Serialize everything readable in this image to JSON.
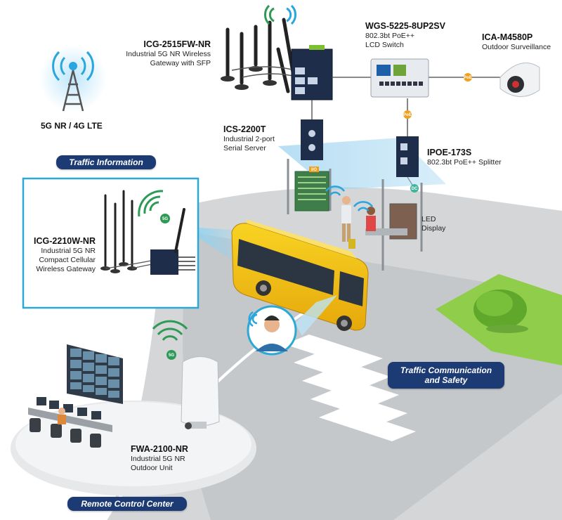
{
  "tower": {
    "label": "5G NR / 4G LTE"
  },
  "devices": {
    "icg2515": {
      "model": "ICG-2515FW-NR",
      "line1": "Industrial 5G NR Wireless",
      "line2": "Gateway with SFP"
    },
    "wgs": {
      "model": "WGS-5225-8UP2SV",
      "line1": "802.3bt PoE++",
      "line2": "LCD Switch"
    },
    "ica": {
      "model": "ICA-M4580P",
      "line1": "Outdoor Surveillance"
    },
    "ics": {
      "model": "ICS-2200T",
      "line1": "Industrial 2-port",
      "line2": "Serial Server"
    },
    "ipoe": {
      "model": "IPOE-173S",
      "line1": "802.3bt PoE++ Splitter"
    },
    "icg2210": {
      "model": "ICG-2210W-NR",
      "line1": "Industrial 5G NR",
      "line2": "Compact Cellular",
      "line3": "Wireless Gateway"
    },
    "led": {
      "line1": "LED",
      "line2": "Display"
    },
    "fwa": {
      "model": "FWA-2100-NR",
      "line1": "Industrial 5G NR",
      "line2": "Outdoor Unit"
    }
  },
  "sections": {
    "traffic_info": "Traffic Information",
    "traffic_comm_line1": "Traffic Communication",
    "traffic_comm_line2": "and Safety",
    "remote_center": "Remote Control Center"
  },
  "badges": {
    "poe": "PoE",
    "dc": "DC",
    "io": "I/O",
    "five_g": "5G"
  },
  "colors": {
    "navy_pill": "#1c3a73",
    "road": "#d4d6d8",
    "grass": "#8fcd4a",
    "bus_yellow": "#f4c313",
    "cyan_frame": "#2ba8d6",
    "poe_orange": "#f0a020",
    "dc_teal": "#3fb59a",
    "wifi_green": "#2f9a56",
    "tower_blue": "#29a6e0"
  }
}
